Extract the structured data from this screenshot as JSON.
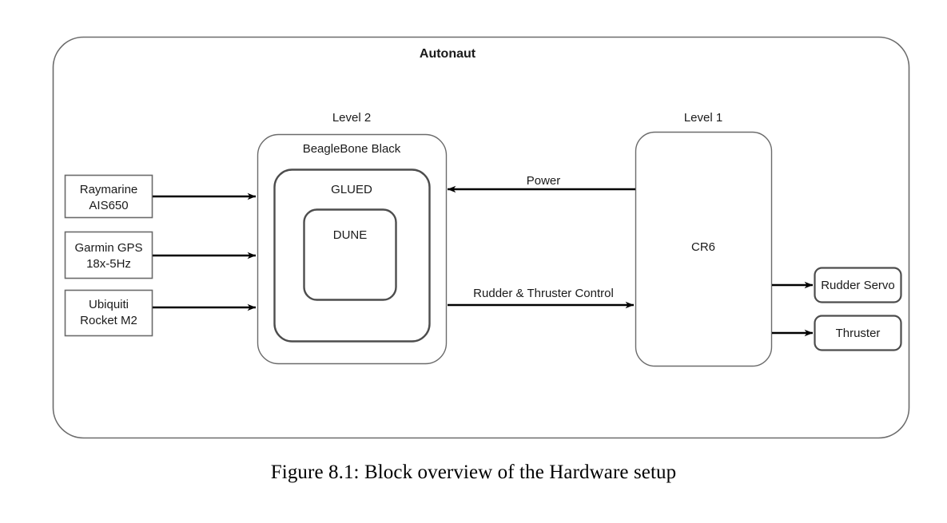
{
  "figure": {
    "caption": "Figure 8.1: Block overview of the Hardware setup"
  },
  "diagram": {
    "outer_container": {
      "title": "Autonaut",
      "shape": "rounded-rect",
      "stroke": "#666666"
    },
    "groups": [
      {
        "name": "level-2",
        "label": "Level 2"
      },
      {
        "name": "level-1",
        "label": "Level 1"
      }
    ],
    "nested_blocks": {
      "beaglebone": "BeagleBone Black",
      "glued": "GLUED",
      "dune": "DUNE"
    },
    "controller": {
      "label": "CR6"
    },
    "sensors": [
      {
        "name": "raymarine",
        "line1": "Raymarine",
        "line2": "AIS650"
      },
      {
        "name": "garmin",
        "line1": "Garmin GPS",
        "line2": "18x-5Hz"
      },
      {
        "name": "ubiquiti",
        "line1": "Ubiquiti",
        "line2": "Rocket M2"
      }
    ],
    "actuators": [
      {
        "name": "rudder-servo",
        "label": "Rudder Servo"
      },
      {
        "name": "thruster",
        "label": "Thruster"
      }
    ],
    "connections": [
      {
        "name": "power",
        "label": "Power",
        "direction": "right-to-left"
      },
      {
        "name": "rudder-thruster-control",
        "label": "Rudder & Thruster Control",
        "direction": "left-to-right"
      }
    ],
    "colors": {
      "outer_stroke": "#666666",
      "thin_stroke": "#595959",
      "thick_stroke": "#4d4d4d",
      "sensor_stroke": "#666666",
      "arrow": "#000000",
      "text": "#1a1a1a",
      "background": "#ffffff"
    }
  }
}
